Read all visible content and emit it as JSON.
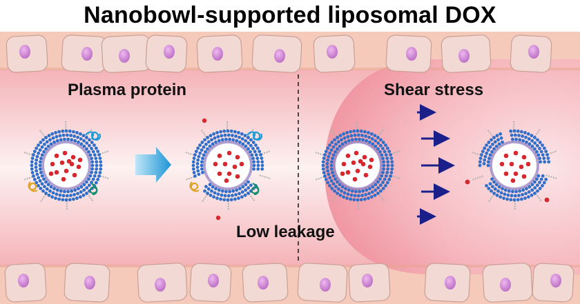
{
  "title": "Nanobowl-supported liposomal DOX",
  "labels": {
    "plasma_protein": "Plasma protein",
    "shear_stress": "Shear stress",
    "low_leakage": "Low leakage"
  },
  "colors": {
    "vessel_wall": "#f6cabb",
    "lumen_light": "#fdf0f0",
    "lumen_mid": "#f7c0c4",
    "lumen_deep": "#ef8a98",
    "cell_fill": "#f2d9d4",
    "nucleus": "#d58bd8",
    "lipid_head": "#2f6ec9",
    "drug": "#d9272e",
    "flow_arrow": "#1a1f8a",
    "transition_arrow": "#29a3dc"
  }
}
